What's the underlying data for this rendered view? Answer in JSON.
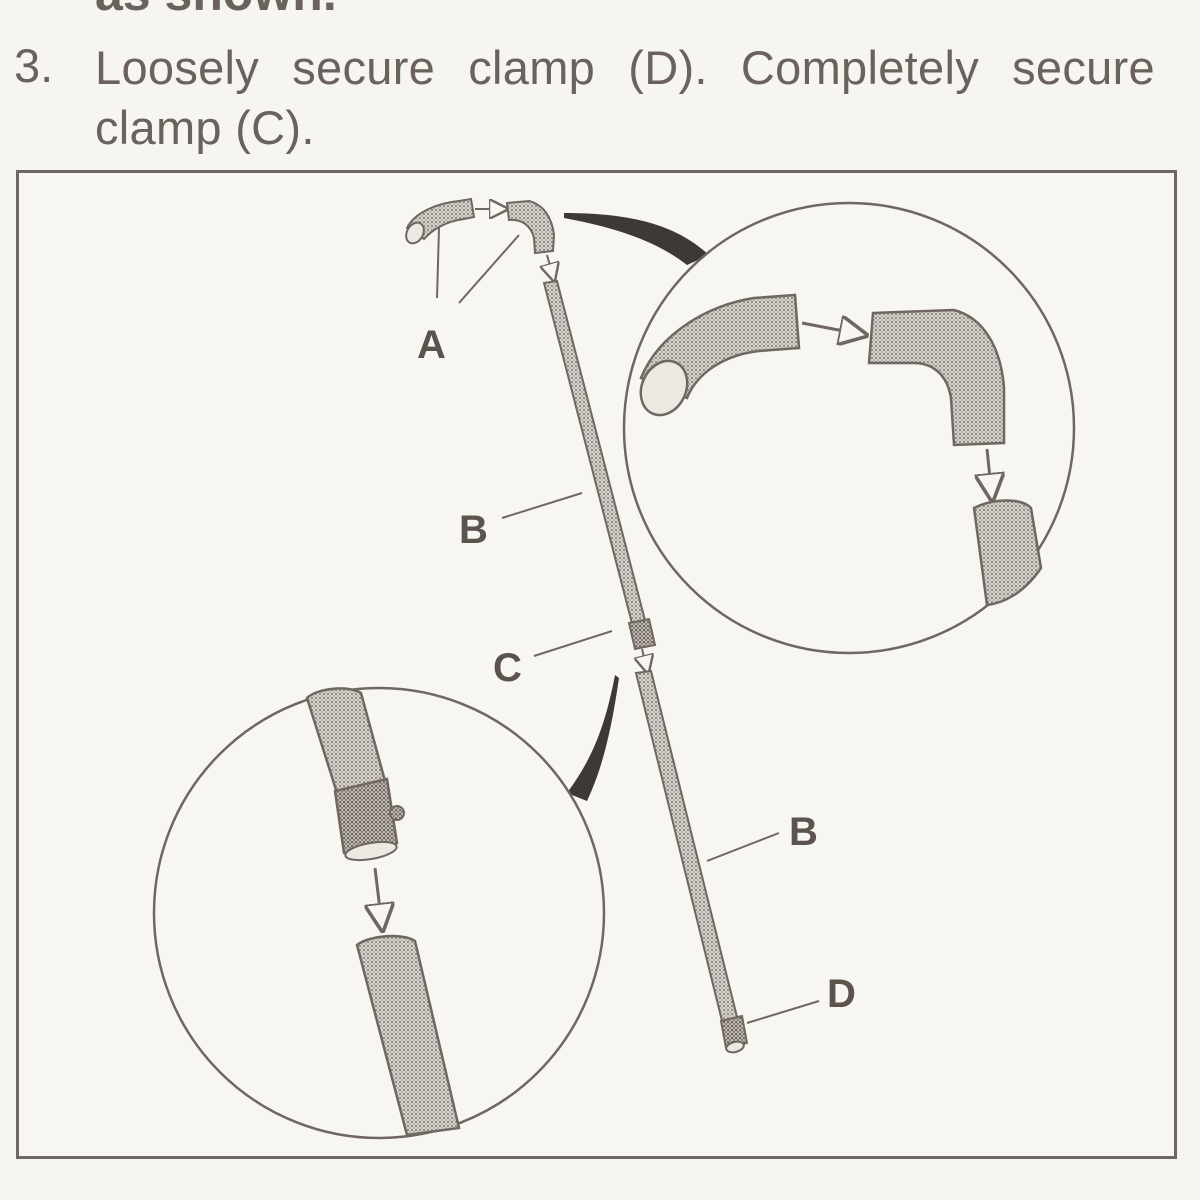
{
  "prev_line": "as shown.",
  "step": {
    "number": "3.",
    "text": "Loosely secure clamp (D). Completely secure clamp (C)."
  },
  "figure": {
    "labels": {
      "a": "A",
      "b_upper": "B",
      "c": "C",
      "b_lower": "B",
      "d": "D"
    }
  }
}
